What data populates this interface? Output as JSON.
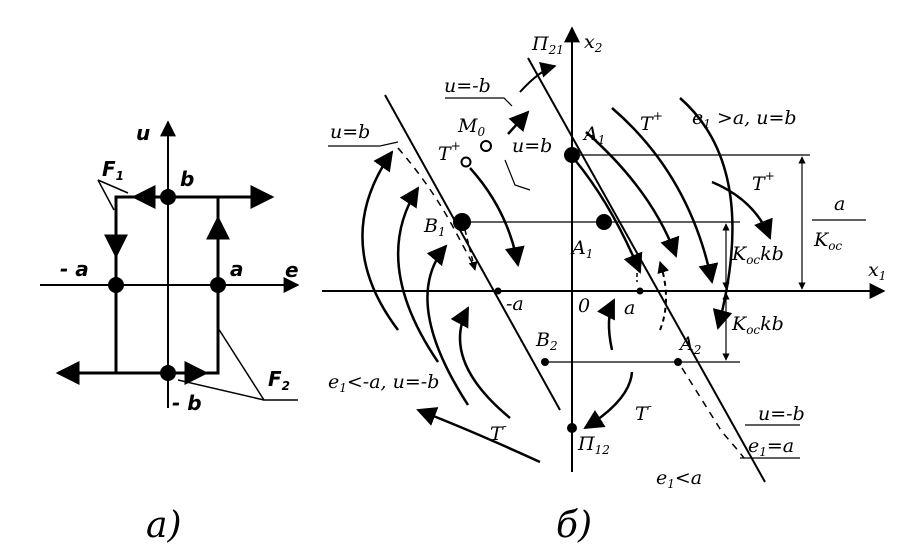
{
  "panel_a": {
    "caption": "а)",
    "axis_u": "u",
    "axis_e": "e",
    "label_b": "b",
    "label_minus_b": "- b",
    "label_a": "a",
    "label_minus_a": "- a",
    "label_F1": "F",
    "label_F1_sub": "1",
    "label_F2": "F",
    "label_F2_sub": "2"
  },
  "panel_b": {
    "caption": "б)",
    "axis_x1": "x",
    "axis_x1_sub": "1",
    "axis_x2": "x",
    "axis_x2_sub": "2",
    "pi21": "П",
    "pi21_sub": "21",
    "pi12": "П",
    "pi12_sub": "12",
    "u_eq_minus_b_top": "u=-b",
    "u_eq_b_left": "u=b",
    "u_eq_b_small": "u=b",
    "M0": "M",
    "M0_sub": "0",
    "T_plus_left": "T",
    "T_plus_left_sup": "+",
    "T_plus_top": "T",
    "T_plus_top_sup": "+",
    "T_plus_right": "T",
    "T_plus_right_sup": "+",
    "T_minus_bottom": "T",
    "T_minus_bottom_sup": "-",
    "T_minus_mid": "T",
    "T_minus_mid_sup": "-",
    "A1_top": "A",
    "A1_top_sub": "1",
    "A1_mid": "A",
    "A1_mid_sub": "1",
    "A2": "A",
    "A2_sub": "2",
    "B1": "B",
    "B1_sub": "1",
    "B2": "B",
    "B2_sub": "2",
    "cond_top_e1": "e",
    "cond_top_sub": "1",
    "cond_top_rest": " >a, u=b",
    "cond_bottom_e1": "e",
    "cond_bottom_sub": "1",
    "cond_bottom_rest": "<-a, u=-b",
    "minus_a": "-a",
    "zero": "0",
    "a": "a",
    "frac_num": "a",
    "frac_den": "K",
    "frac_den_sub": "oc",
    "kockb_upper": "K",
    "kockb_upper_sub": "oc",
    "kockb_upper_rest": "kb",
    "kockb_lower": "K",
    "kockb_lower_sub": "oc",
    "kockb_lower_rest": "kb",
    "u_eq_minus_b_bottom": "u=-b",
    "e1_eq_a_e": "e",
    "e1_eq_a_sub": "1",
    "e1_eq_a_rest": "=a",
    "e1_lt_a_e": "e",
    "e1_lt_a_sub": "1",
    "e1_lt_a_rest": "<a"
  }
}
